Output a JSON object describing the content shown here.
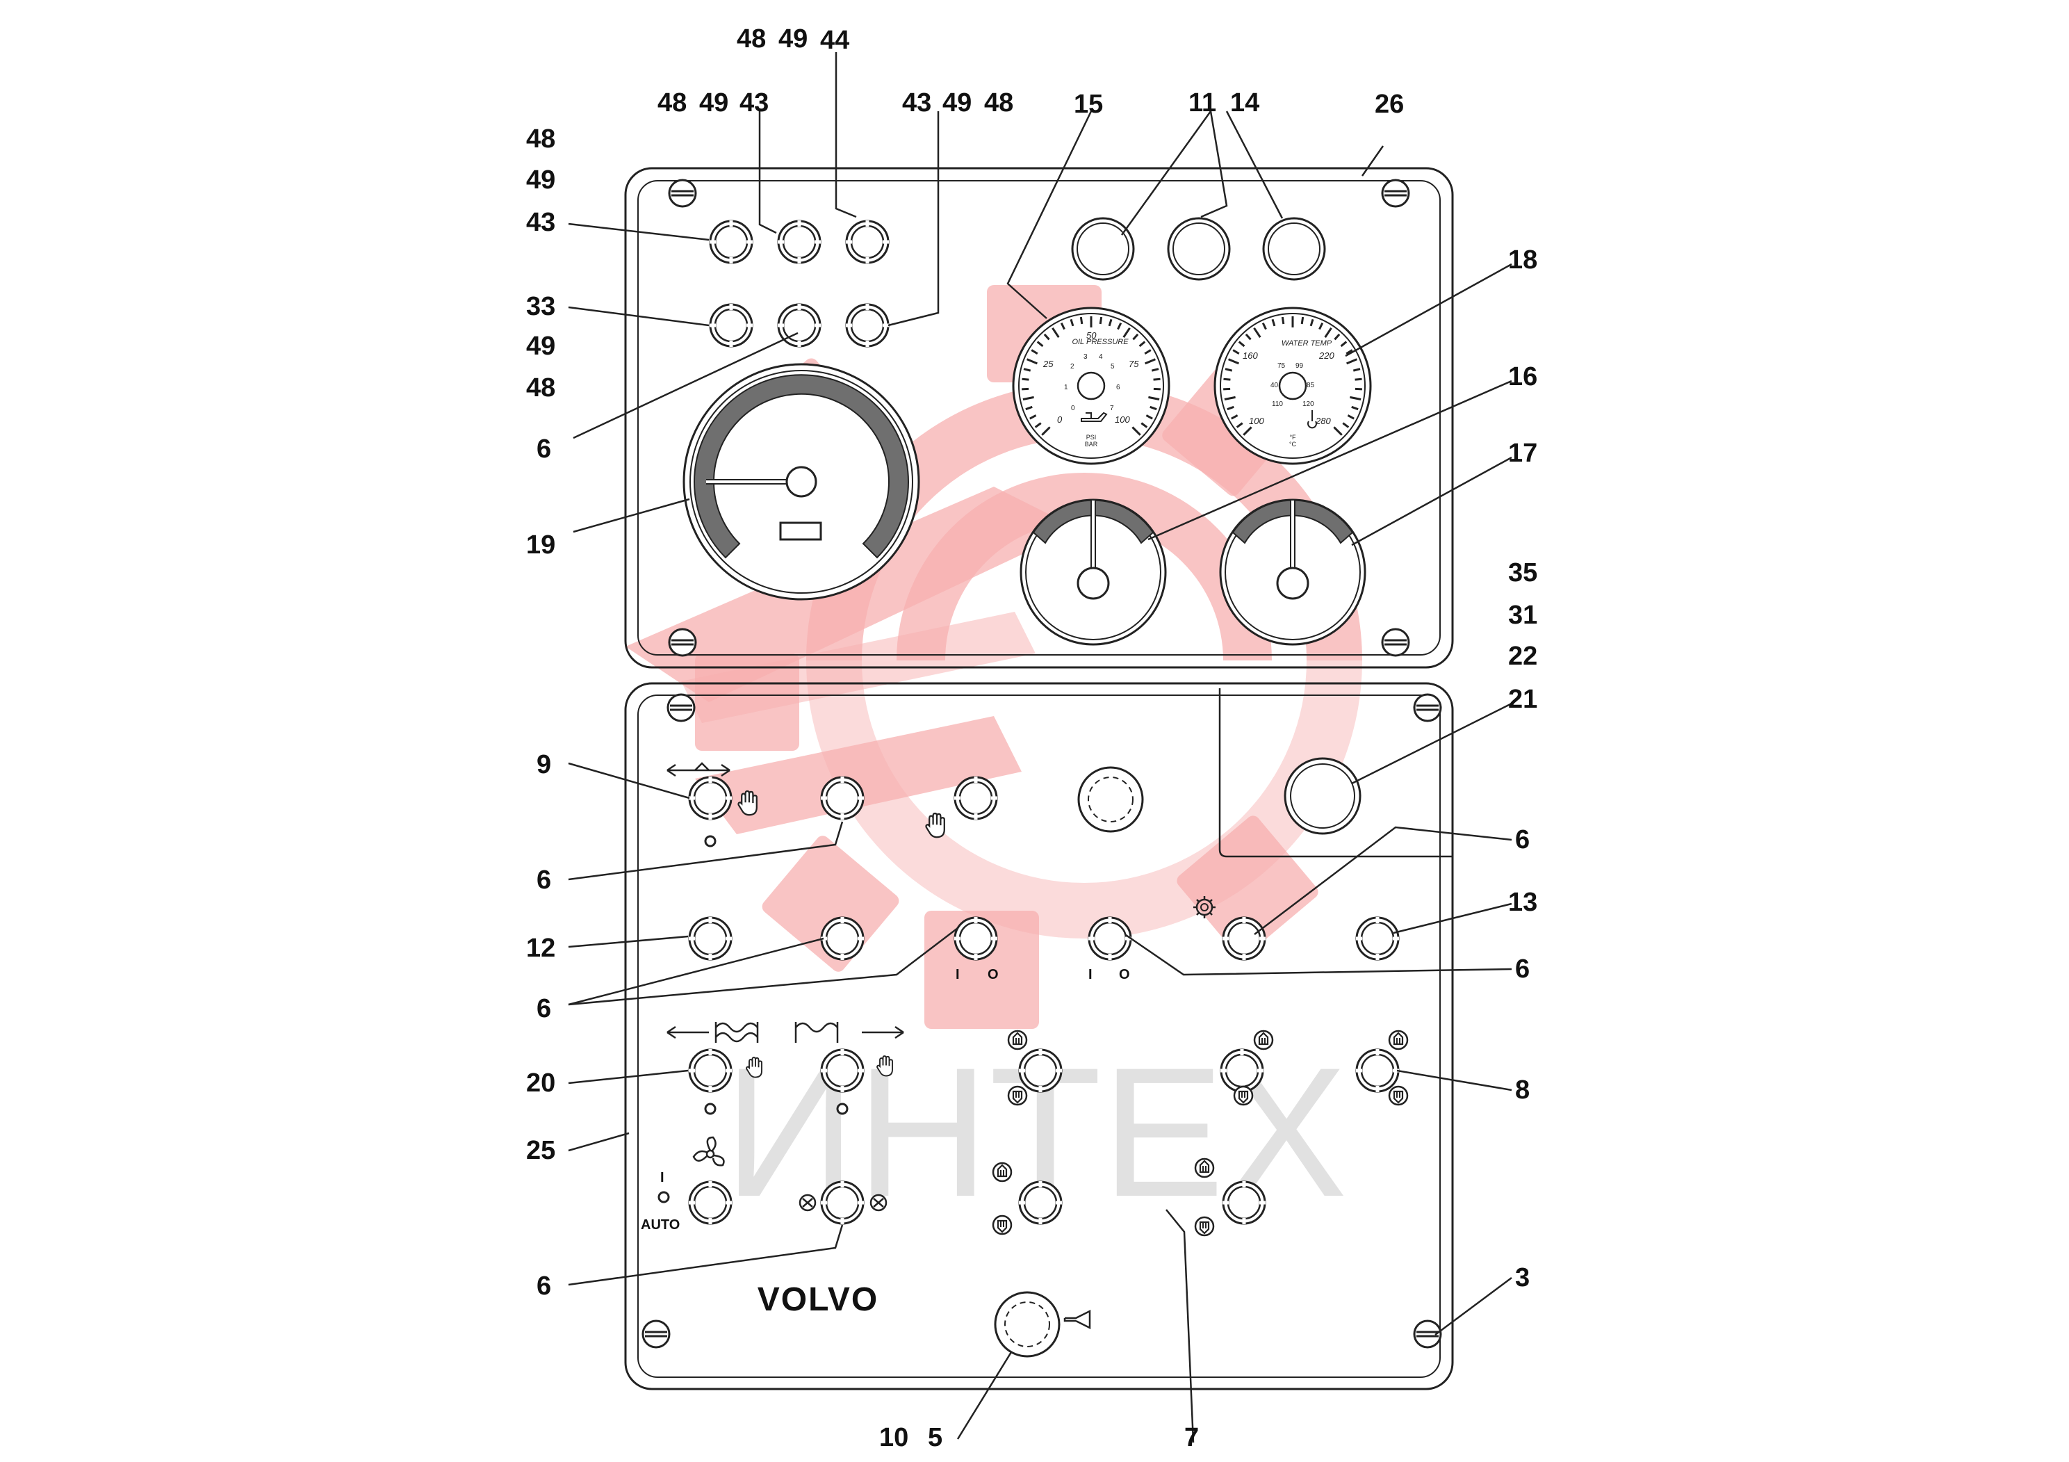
{
  "brand": {
    "logo_text": "VOLVO",
    "watermark_text": "ИНТЕХ"
  },
  "callouts": {
    "c48a": "48",
    "c49a": "49",
    "c44a": "44",
    "c48b": "48",
    "c49b": "49",
    "c43b": "43",
    "c43c": "43",
    "c49c": "49",
    "c48c": "48",
    "c15": "15",
    "c11": "11",
    "c14": "14",
    "c26": "26",
    "l48": "48",
    "l49": "49",
    "l43": "43",
    "l33": "33",
    "l49b": "49",
    "l48b": "48",
    "l6a": "6",
    "l19": "19",
    "r18": "18",
    "r16": "16",
    "r17": "17",
    "r35": "35",
    "r31": "31",
    "r22": "22",
    "r21": "21",
    "r6a": "6",
    "r13": "13",
    "r6b": "6",
    "r8": "8",
    "r3": "3",
    "l9": "9",
    "l6b": "6",
    "l12": "12",
    "l6c": "6",
    "l20": "20",
    "l25": "25",
    "l6d": "6",
    "b10": "10",
    "b5": "5",
    "b7": "7"
  },
  "panel_glyphs": {
    "switch_on": "I",
    "switch_off": "O",
    "auto": "AUTO"
  },
  "gauge_oil_pressure": {
    "caption": "OIL PRESSURE",
    "unit_psi": "PSI",
    "unit_bar": "BAR",
    "scale_outer": [
      "0",
      "25",
      "50",
      "75",
      "100"
    ],
    "scale_inner": [
      "0",
      "1",
      "2",
      "3",
      "4",
      "5",
      "6",
      "7"
    ]
  },
  "gauge_water_temp": {
    "caption": "WATER TEMP",
    "unit_f": "°F",
    "unit_c": "°C",
    "scale_outer": [
      "100",
      "160",
      "220",
      "280"
    ],
    "scale_inner": [
      "40",
      "75",
      "99",
      "85",
      "110",
      "120"
    ]
  },
  "colors": {
    "line": "#222222",
    "gauge_band": "#6f6f6f",
    "watermark_red": "#f7b0b0",
    "watermark_grey": "#dcdcdc"
  }
}
